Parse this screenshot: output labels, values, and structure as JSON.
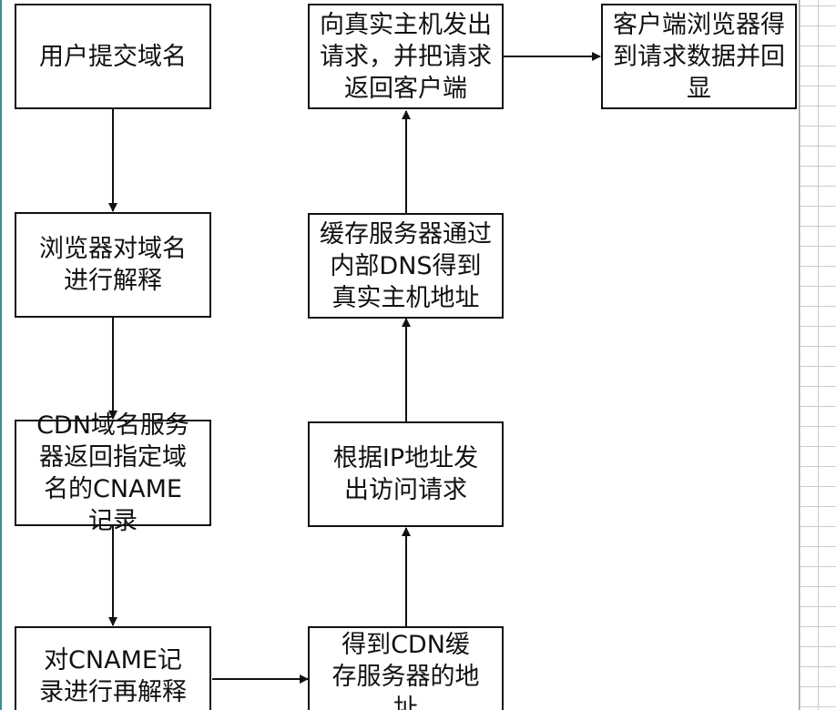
{
  "nodes": {
    "user_submit_domain": "用户提交域名",
    "browser_resolve": "浏览器对域名进行解释",
    "cdn_cname": "CDN域名服务器返回指定域名的CNAME记录",
    "cname_reresolve": "对CNAME记录进行再解释",
    "get_cdn_cache_addr": "得到CDN缓存服务器的地址",
    "request_by_ip": "根据IP地址发出访问请求",
    "cache_internal_dns": "缓存服务器通过内部DNS得到真实主机地址",
    "forward_to_origin": "向真实主机发出请求，并把请求返回客户端",
    "client_display": "客户端浏览器得到请求数据并回显"
  },
  "colors": {
    "line": "#111111",
    "accent_strip": "#3e8f8f",
    "grid": "#c8ccd2"
  }
}
